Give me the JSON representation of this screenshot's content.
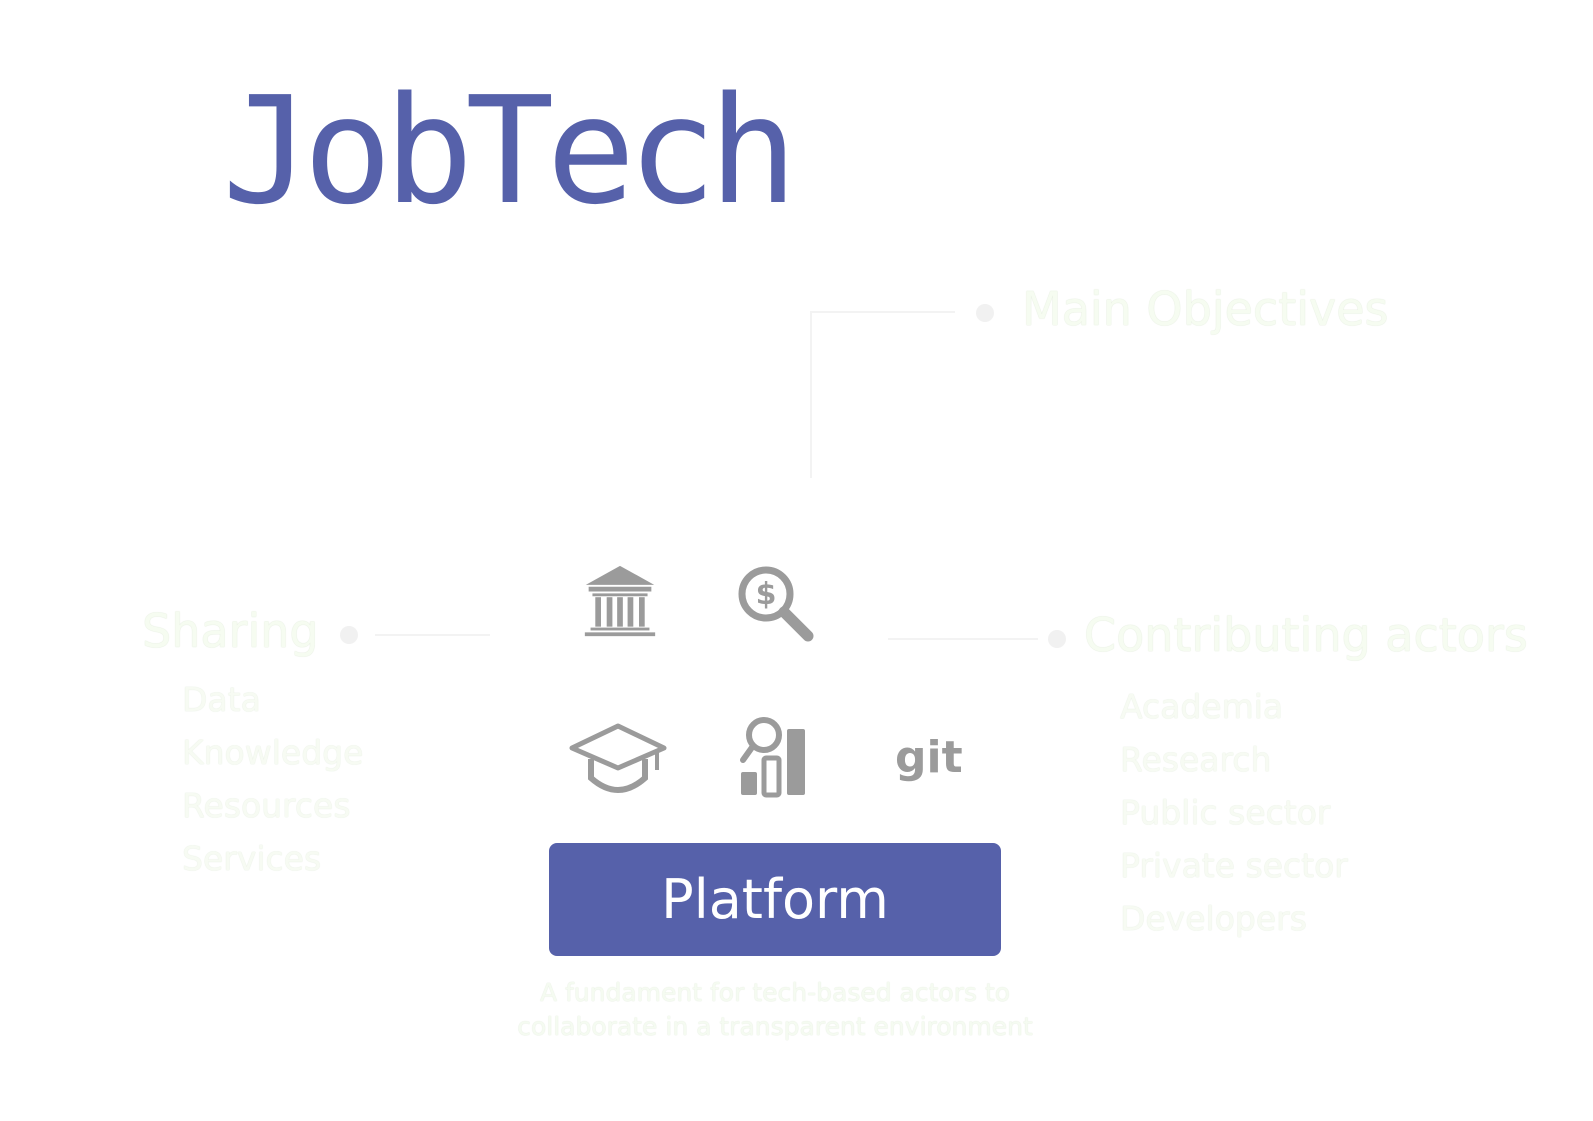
{
  "title": "JobTech",
  "main_objectives": {
    "label": "Main Objectives"
  },
  "sharing": {
    "label": "Sharing",
    "items": [
      "Data",
      "Knowledge",
      "Resources",
      "Services"
    ]
  },
  "contributing_actors": {
    "label": "Contributing actors",
    "items": [
      "Academia",
      "Research",
      "Public sector",
      "Private sector",
      "Developers"
    ]
  },
  "icons": [
    "institution-icon",
    "money-search-icon",
    "graduation-cap-icon",
    "analytics-icon",
    "git-icon"
  ],
  "git_label": "git",
  "platform": {
    "label": "Platform"
  },
  "caption": {
    "line1": "A fundament for tech-based actors to",
    "line2": "collaborate in a transparent environment"
  },
  "colors": {
    "brand": "#5661aa",
    "icon_gray": "#9b9b9b",
    "faint_text": "#f6fcf1",
    "connector": "#f3f3f3"
  }
}
